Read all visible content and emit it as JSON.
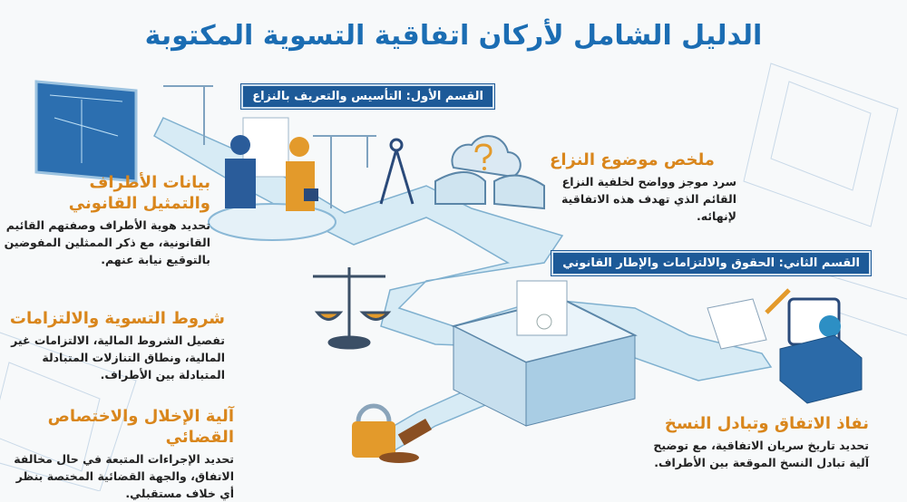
{
  "title": "الدليل الشامل لأركان اتفاقية التسوية المكتوبة",
  "sections": [
    {
      "label": "القسم الأول: التأسيس والتعريف بالنزاع"
    },
    {
      "label": "القسم الثاني: الحقوق والالتزامات والإطار القانوني"
    }
  ],
  "blocks": {
    "parties": {
      "heading": "بيانات الأطراف والتمثيل القانوني",
      "body": "تحديد هوية الأطراف وصفتهم القائيم القانونية، مع ذكر الممثلين المفوضين بالتوقيع نيابة عنهم."
    },
    "dispute": {
      "heading": "ملخص موضوع النزاع",
      "body": "سرد موجز وواضح لخلفية النزاع القائم الذي تهدف هذه الاتفاقية لإنهائه."
    },
    "terms": {
      "heading": "شروط التسوية والالتزامات",
      "body": "تفصيل الشروط المالية، الالتزامات غير المالية، ونطاق التنازلات المتبادلة المتبادلة بين الأطراف."
    },
    "breach": {
      "heading": "آلية الإخلال والاختصاص القضائي",
      "body": "تحديد الإجراءات المتبعة في حال مخالفة الاتفاق، والجهة القضائية المختصة بنظر أي خلاف مستقبلي."
    },
    "enforcement": {
      "heading": "نفاذ الاتفاق وتبادل النسخ",
      "body": "تحديد تاريخ سريان الاتفاقية، مع توضيح آلية تبادل النسخ الموقعة بين الأطراف."
    }
  },
  "colors": {
    "title": "#1b6db3",
    "heading": "#d9861c",
    "section_bg": "#1d5a98",
    "path": "#cfe4f0"
  }
}
